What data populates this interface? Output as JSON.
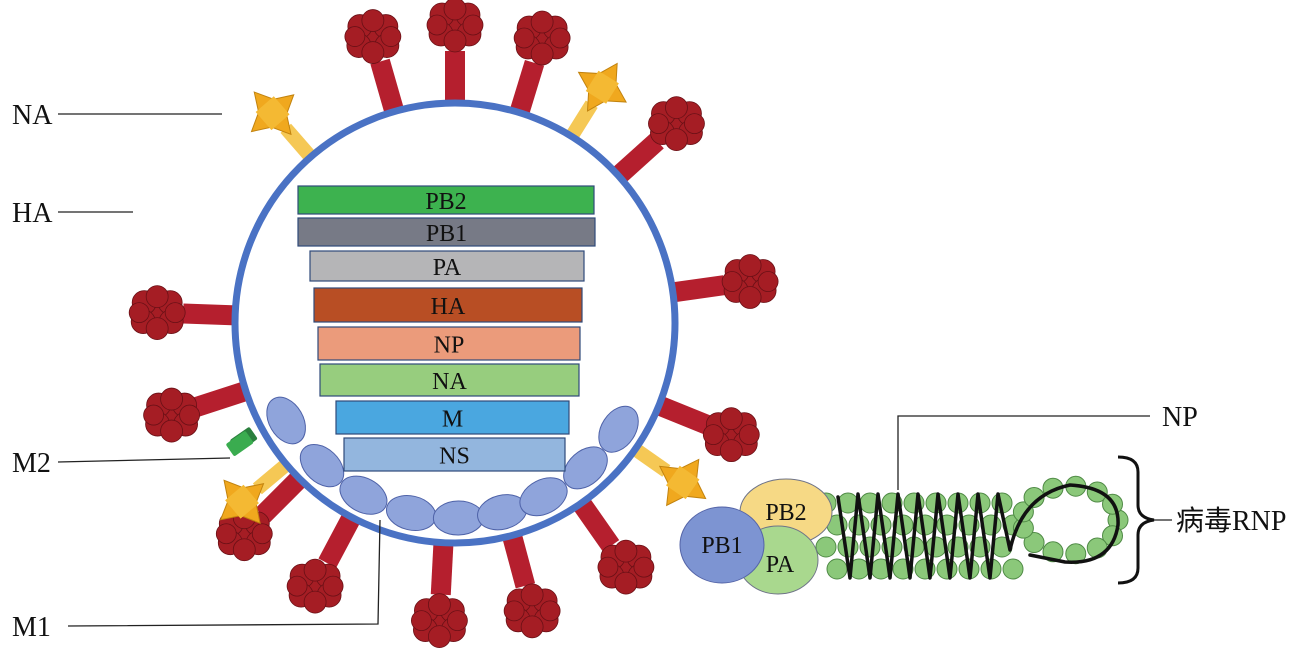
{
  "colors": {
    "envelope": "#4a72c4",
    "ha_stalk": "#b51f2e",
    "ha_head": "#a51d24",
    "na_stalk": "#f5c855",
    "na_head": "#f0a81e",
    "m2": "#3aac4f",
    "m1": "#8fa4db",
    "np_bead": "#8bc87a"
  },
  "callouts": {
    "na": "NA",
    "ha": "HA",
    "m2": "M2",
    "m1": "M1",
    "np": "NP",
    "rnp": "病毒RNP"
  },
  "segments": [
    {
      "label": "PB2",
      "color": "#3db24f"
    },
    {
      "label": "PB1",
      "color": "#777a86"
    },
    {
      "label": "PA",
      "color": "#b5b5b7"
    },
    {
      "label": "HA",
      "color": "#b84e24"
    },
    {
      "label": "NP",
      "color": "#eb9b7b"
    },
    {
      "label": "NA",
      "color": "#97cd7e"
    },
    {
      "label": "M",
      "color": "#4aa7e0"
    },
    {
      "label": "NS",
      "color": "#93b6de"
    }
  ],
  "rnp_proteins": {
    "pb1": {
      "label": "PB1",
      "color": "#7d94d2"
    },
    "pb2": {
      "label": "PB2",
      "color": "#f6d985"
    },
    "pa": {
      "label": "PA",
      "color": "#a9d88e"
    }
  }
}
